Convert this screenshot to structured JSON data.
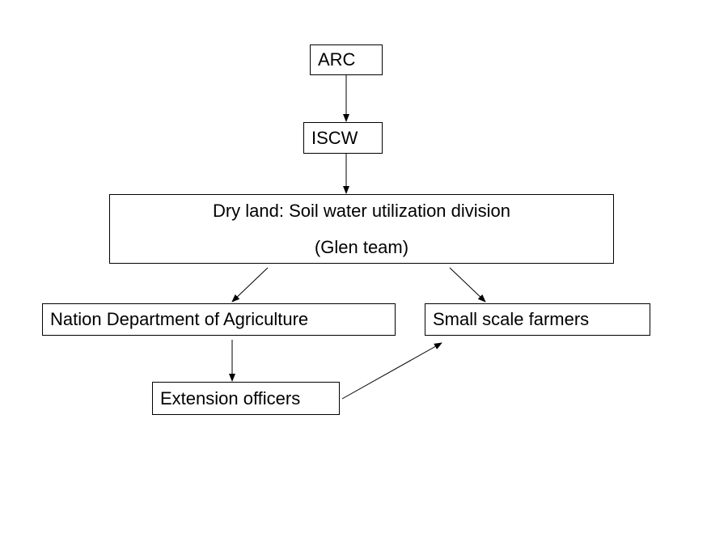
{
  "nodes": {
    "arc": {
      "label": "ARC"
    },
    "iscw": {
      "label": "ISCW"
    },
    "dryland": {
      "line1": "Dry land: Soil water utilization division",
      "line2": "(Glen team)"
    },
    "nda": {
      "label": "Nation Department of Agriculture"
    },
    "ssf": {
      "label": "Small scale farmers"
    },
    "ext": {
      "label": "Extension officers"
    }
  },
  "edges": [
    {
      "from": "ARC",
      "to": "ISCW"
    },
    {
      "from": "ISCW",
      "to": "Dry land: Soil water utilization division"
    },
    {
      "from": "Dry land: Soil water utilization division",
      "to": "Nation Department of Agriculture"
    },
    {
      "from": "Dry land: Soil water utilization division",
      "to": "Small scale farmers"
    },
    {
      "from": "Nation Department of Agriculture",
      "to": "Extension officers"
    },
    {
      "from": "Extension officers",
      "to": "Small scale farmers"
    }
  ],
  "colors": {
    "line": "#000000",
    "background": "#ffffff"
  }
}
